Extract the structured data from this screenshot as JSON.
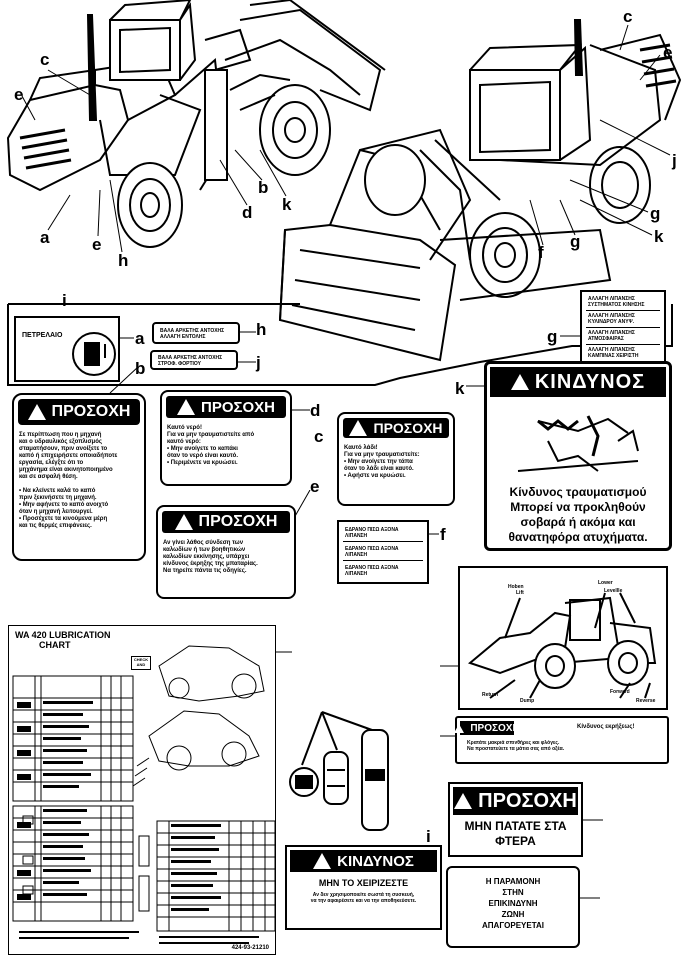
{
  "callouts": {
    "a1": "a",
    "b1": "b",
    "c1": "c",
    "d1": "d",
    "e1": "e",
    "e2": "e",
    "h1": "h",
    "k1": "k",
    "c2": "c",
    "e3": "e",
    "f2": "f",
    "g2": "g",
    "g3": "g",
    "j2": "j",
    "k2": "k",
    "i_top": "i",
    "a_lbl": "a",
    "b_lbl": "b",
    "c_lbl": "c",
    "d_lbl": "d",
    "e_lbl": "e",
    "f_lbl": "f",
    "g_lbl": "g",
    "h_lbl": "h",
    "j_lbl": "j",
    "k_lbl": "k",
    "i_lbl": "i"
  },
  "fuel_decal": {
    "word": "ΠΕΤΡΕΛΑΙΟ"
  },
  "warnings": {
    "b": {
      "head": "ΠΡΟΣΟΧΗ"
    },
    "d": {
      "head": "ΠΡΟΣΟΧΗ"
    },
    "c": {
      "head": "ΠΡΟΣΟΧΗ"
    },
    "e": {
      "head": "ΠΡΟΣΟΧΗ"
    },
    "danger_k": {
      "head": "ΚΙΝΔΥΝΟΣ",
      "line1": "Κίνδυνος τραυματισμού",
      "line2": "Μπορεί να προκληθούν",
      "line3": "σοβαρά ή ακόμα και",
      "line4": "θανατηφόρα ατυχήματα."
    },
    "bottom_warn": {
      "head": "ΠΡΟΣΟΧΗ",
      "title": "Κίνδυνος εκρήξεως!"
    },
    "feet": {
      "head": "ΠΡΟΣΟΧΗ",
      "line1": "ΜΗΝ ΠΑΤΑΤΕ ΣΤΑ",
      "line2": "ΦΤΕΡΑ"
    },
    "danger_j": {
      "head": "ΚΙΝΔΥΝΟΣ",
      "line1": "ΜΗΝ ΤΟ ΧΕΙΡΙΖΕΣΤΕ"
    },
    "zone": {
      "line1": "Η ΠΑΡΑΜΟΝΗ",
      "line2": "ΣΤΗΝ",
      "line3": "ΕΠΙΚΙΝΔΥΝΗ",
      "line4": "ΖΩΝΗ",
      "line5": "ΑΠΑΓΟΡΕΥΕΤΑΙ"
    }
  },
  "lube": {
    "title1": "WA 420  LUBRICATION",
    "title2": "CHART",
    "check_label": "CHECK AND",
    "partno": "424-93-21210"
  },
  "right_machine": {
    "lbl_hi": "Hoben",
    "lbl_lift": "Lift",
    "lbl_lower": "Lower",
    "lbl_level": "Levellle",
    "lbl_return": "Return",
    "lbl_dump": "Dump",
    "lbl_forward": "Forward",
    "lbl_reverse": "Reverse"
  }
}
